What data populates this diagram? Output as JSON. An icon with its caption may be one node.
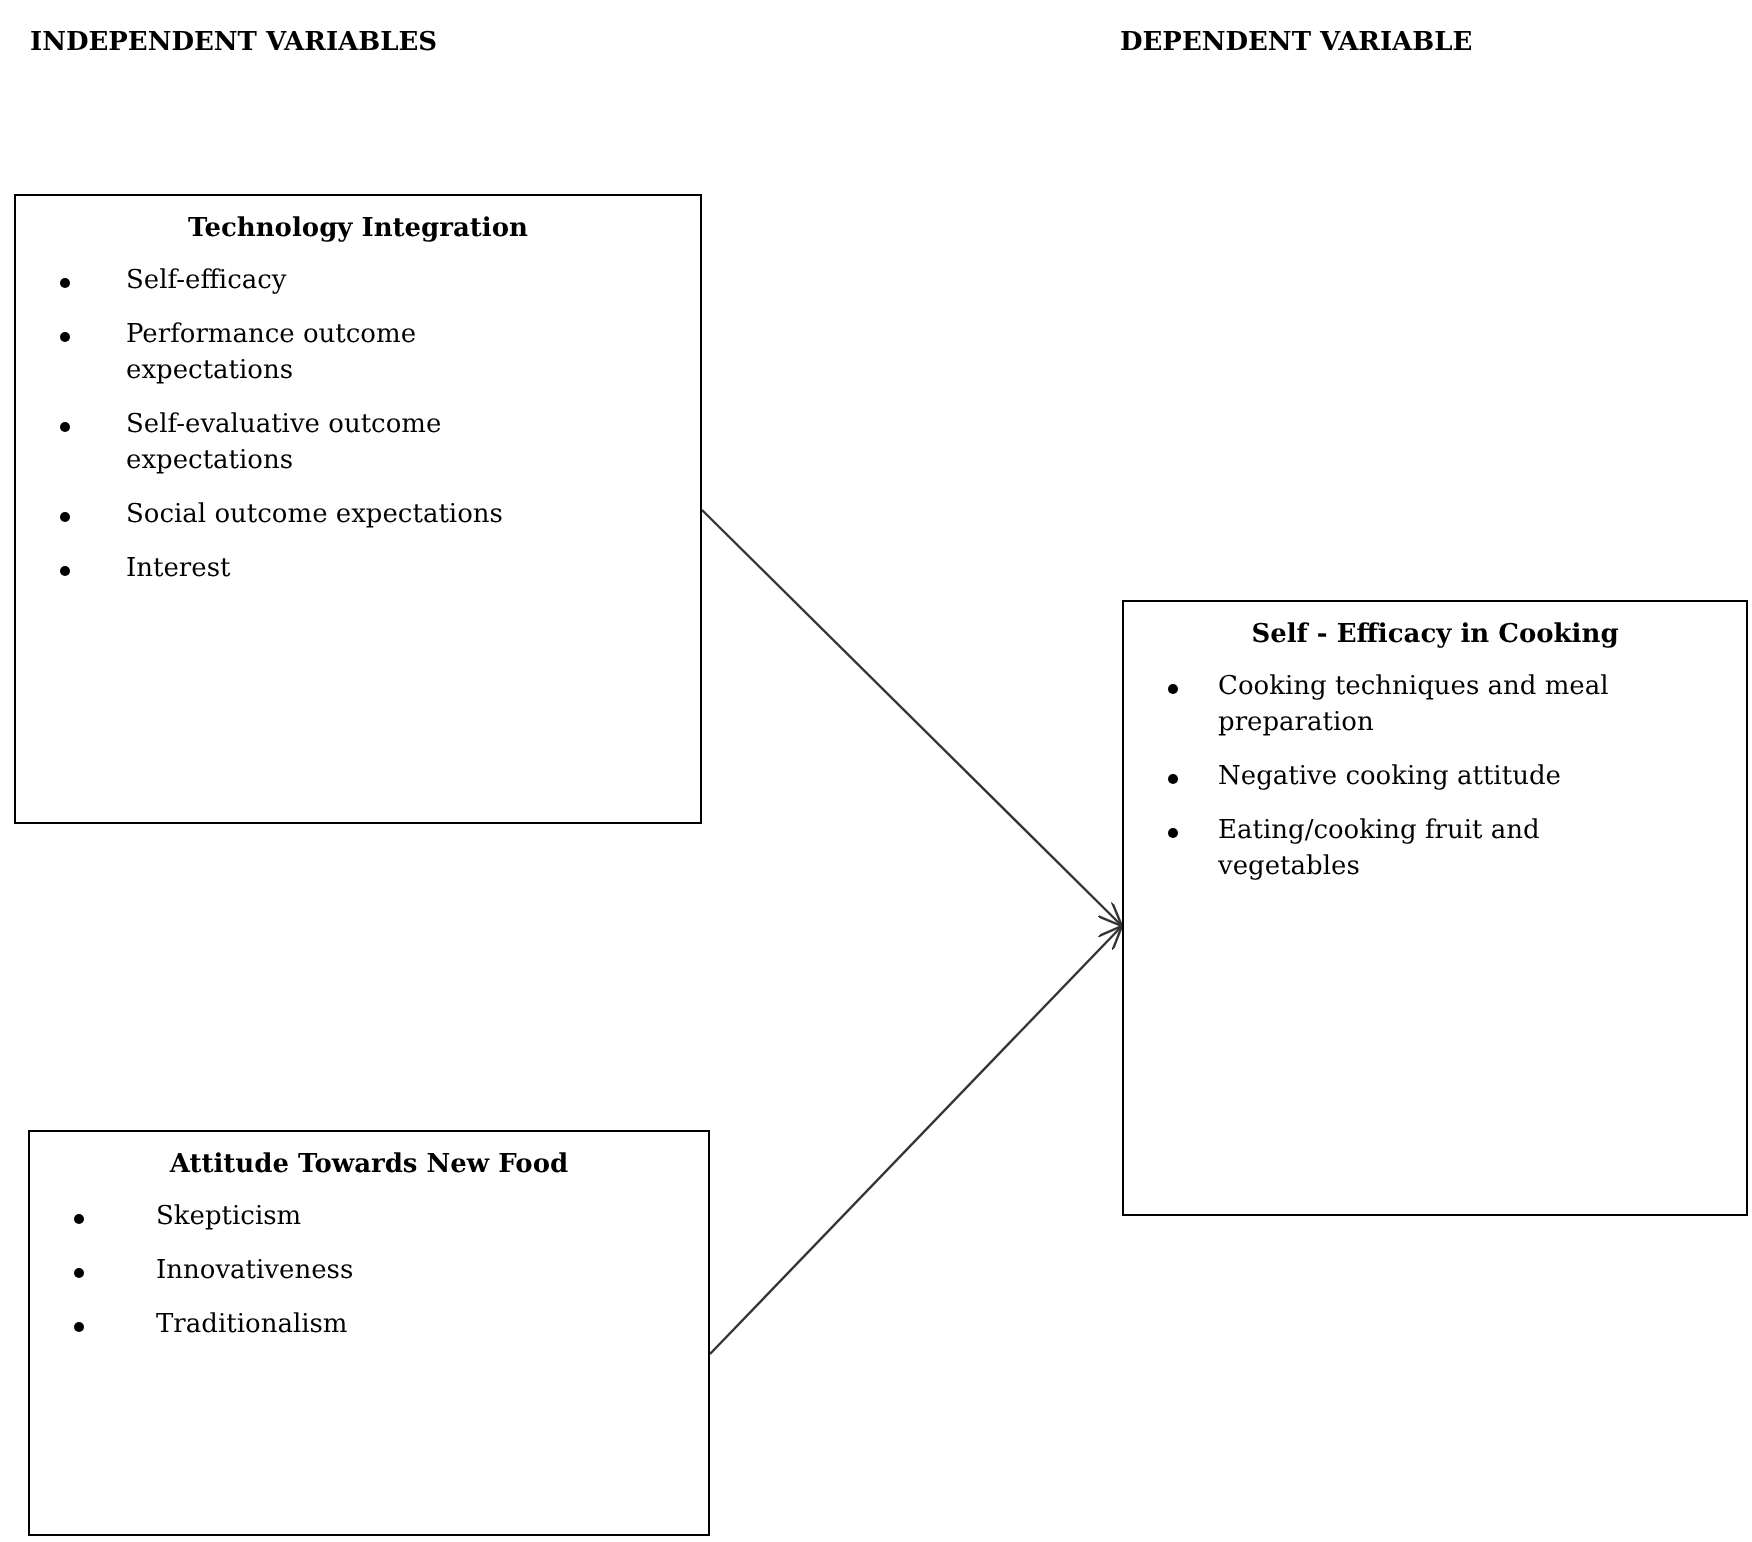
{
  "diagram": {
    "nodes": [
      {
        "text": [
          "Technology Integration",
          "Self-efficacy",
          "Performance outcome expectations",
          "Self-evaluative outcome expectations",
          "Social outcome expectations",
          "Interest"
        ]
      },
      {
        "text": [
          "Attitude Towards New Food",
          "Skepticism",
          "Innovativeness",
          "Traditionalism"
        ]
      },
      {
        "text": [
          "Self - Efficacy in Cooking",
          "Cooking techniques and meal preparation",
          "Negative cooking attitude",
          "Eating/cooking fruit and vegetables"
        ]
      }
    ],
    "edges": [
      {
        "from": 0,
        "to": 2,
        "arrow": "to"
      },
      {
        "from": 1,
        "to": 2,
        "arrow": "to"
      }
    ],
    "labels": [
      "INDEPENDENT VARIABLES",
      "DEPENDENT VARIABLE"
    ]
  }
}
